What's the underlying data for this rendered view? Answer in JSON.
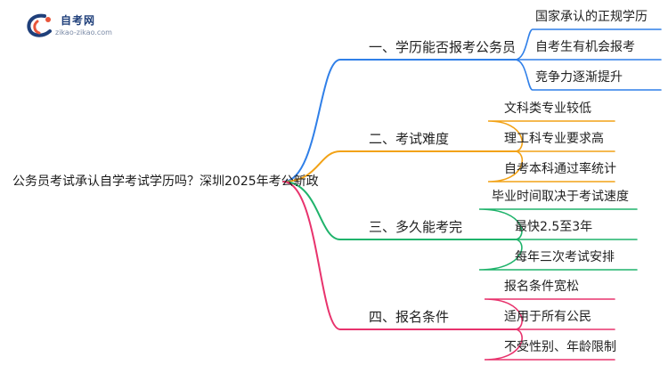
{
  "logo": {
    "name": "自考网",
    "url": "zikao-zikao.com"
  },
  "root": "公务员考试承认自学考试学历吗？深圳2025年考公新政",
  "colors": {
    "blue": "#2f7fe8",
    "orange": "#f2a216",
    "green": "#1fb36b",
    "pink": "#e8336d",
    "logo_blue": "#1f3f7a",
    "logo_accent": "#e8553a"
  },
  "branches": [
    {
      "label": "一、学历能否报考公务员",
      "color": "blue",
      "children": [
        "国家承认的正规学历",
        "自考生有机会报考",
        "竞争力逐渐提升"
      ]
    },
    {
      "label": "二、考试难度",
      "color": "orange",
      "children": [
        "文科类专业较低",
        "理工科专业要求高",
        "自考本科通过率统计"
      ]
    },
    {
      "label": "三、多久能考完",
      "color": "green",
      "children": [
        "毕业时间取决于考试速度",
        "最快2.5至3年",
        "每年三次考试安排"
      ]
    },
    {
      "label": "四、报名条件",
      "color": "pink",
      "children": [
        "报名条件宽松",
        "适用于所有公民",
        "不受性别、年龄限制"
      ]
    }
  ]
}
